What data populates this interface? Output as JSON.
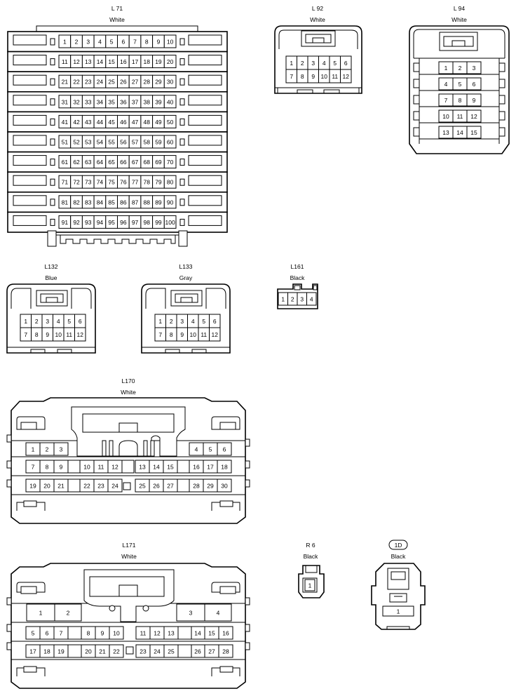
{
  "connectors": {
    "L71": {
      "name": "L 71",
      "color": "White"
    },
    "L92": {
      "name": "L 92",
      "color": "White"
    },
    "L94": {
      "name": "L 94",
      "color": "White"
    },
    "L132": {
      "name": "L132",
      "color": "Blue"
    },
    "L133": {
      "name": "L133",
      "color": "Gray"
    },
    "L161": {
      "name": "L161",
      "color": "Black"
    },
    "L170": {
      "name": "L170",
      "color": "White"
    },
    "L171": {
      "name": "L171",
      "color": "White"
    },
    "R6": {
      "name": "R 6",
      "color": "Black"
    },
    "1D": {
      "name": "1D",
      "color": "Black"
    }
  },
  "pins": {
    "L71": [
      "1",
      "2",
      "3",
      "4",
      "5",
      "6",
      "7",
      "8",
      "9",
      "10",
      "11",
      "12",
      "13",
      "14",
      "15",
      "16",
      "17",
      "18",
      "19",
      "20",
      "21",
      "22",
      "23",
      "24",
      "25",
      "26",
      "27",
      "28",
      "29",
      "30",
      "31",
      "32",
      "33",
      "34",
      "35",
      "36",
      "37",
      "38",
      "39",
      "40",
      "41",
      "42",
      "43",
      "44",
      "45",
      "46",
      "47",
      "48",
      "49",
      "50",
      "51",
      "52",
      "53",
      "54",
      "55",
      "56",
      "57",
      "58",
      "59",
      "60",
      "61",
      "62",
      "63",
      "64",
      "65",
      "66",
      "67",
      "68",
      "69",
      "70",
      "71",
      "72",
      "73",
      "74",
      "75",
      "76",
      "77",
      "78",
      "79",
      "80",
      "81",
      "82",
      "83",
      "84",
      "85",
      "86",
      "87",
      "88",
      "89",
      "90",
      "91",
      "92",
      "93",
      "94",
      "95",
      "96",
      "97",
      "98",
      "99",
      "100"
    ],
    "L92": [
      "1",
      "2",
      "3",
      "4",
      "5",
      "6",
      "7",
      "8",
      "9",
      "10",
      "11",
      "12"
    ],
    "L94": [
      "1",
      "2",
      "3",
      "4",
      "5",
      "6",
      "7",
      "8",
      "9",
      "10",
      "11",
      "12",
      "13",
      "14",
      "15"
    ],
    "L132": [
      "1",
      "2",
      "3",
      "4",
      "5",
      "6",
      "7",
      "8",
      "9",
      "10",
      "11",
      "12"
    ],
    "L133": [
      "1",
      "2",
      "3",
      "4",
      "5",
      "6",
      "7",
      "8",
      "9",
      "10",
      "11",
      "12"
    ],
    "L161": [
      "1",
      "2",
      "3",
      "4"
    ],
    "L170": [
      "1",
      "2",
      "3",
      "4",
      "5",
      "6",
      "7",
      "8",
      "9",
      "10",
      "11",
      "12",
      "13",
      "14",
      "15",
      "16",
      "17",
      "18",
      "19",
      "20",
      "21",
      "22",
      "23",
      "24",
      "25",
      "26",
      "27",
      "28",
      "29",
      "30"
    ],
    "L171": [
      "1",
      "2",
      "3",
      "4",
      "5",
      "6",
      "7",
      "8",
      "9",
      "10",
      "11",
      "12",
      "13",
      "14",
      "15",
      "16",
      "17",
      "18",
      "19",
      "20",
      "21",
      "22",
      "23",
      "24",
      "25",
      "26",
      "27",
      "28"
    ],
    "R6": [
      "1"
    ],
    "1D": [
      "1"
    ]
  }
}
